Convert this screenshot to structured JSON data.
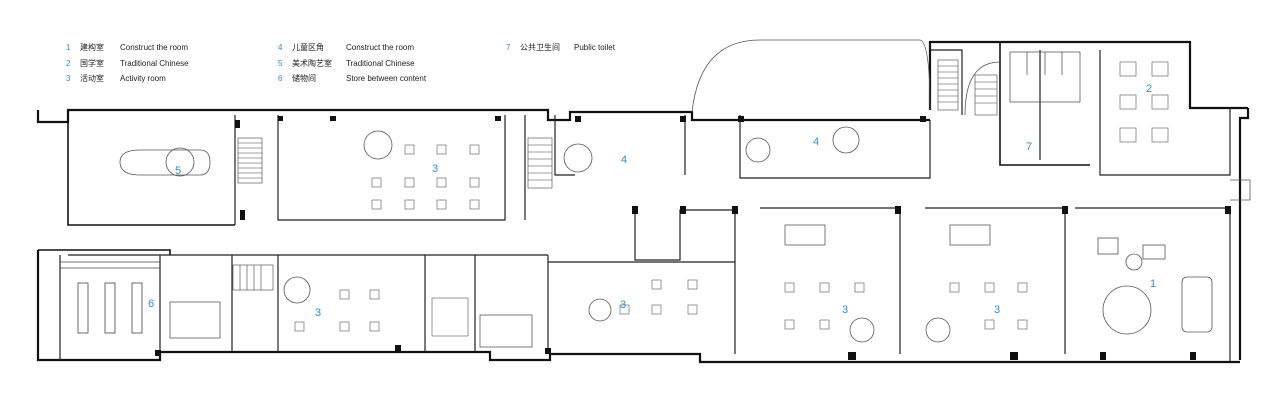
{
  "legend": [
    {
      "num": "1",
      "zh": "建构室",
      "en": "Construct the room"
    },
    {
      "num": "2",
      "zh": "国学室",
      "en": "Traditional Chinese"
    },
    {
      "num": "3",
      "zh": "活动室",
      "en": "Activity room"
    },
    {
      "num": "4",
      "zh": "儿童区角",
      "en": "Construct the room"
    },
    {
      "num": "5",
      "zh": "美术陶艺室",
      "en": "Traditional Chinese"
    },
    {
      "num": "6",
      "zh": "储物间",
      "en": "Store between content"
    },
    {
      "num": "7",
      "zh": "公共卫生间",
      "en": "Public toilet"
    }
  ],
  "room_labels": [
    "5",
    "3",
    "4",
    "4",
    "7",
    "2",
    "6",
    "3",
    "3",
    "3",
    "3",
    "1"
  ],
  "colors": {
    "accent": "#2a8fd8",
    "wall": "#111111",
    "line": "#555555"
  }
}
